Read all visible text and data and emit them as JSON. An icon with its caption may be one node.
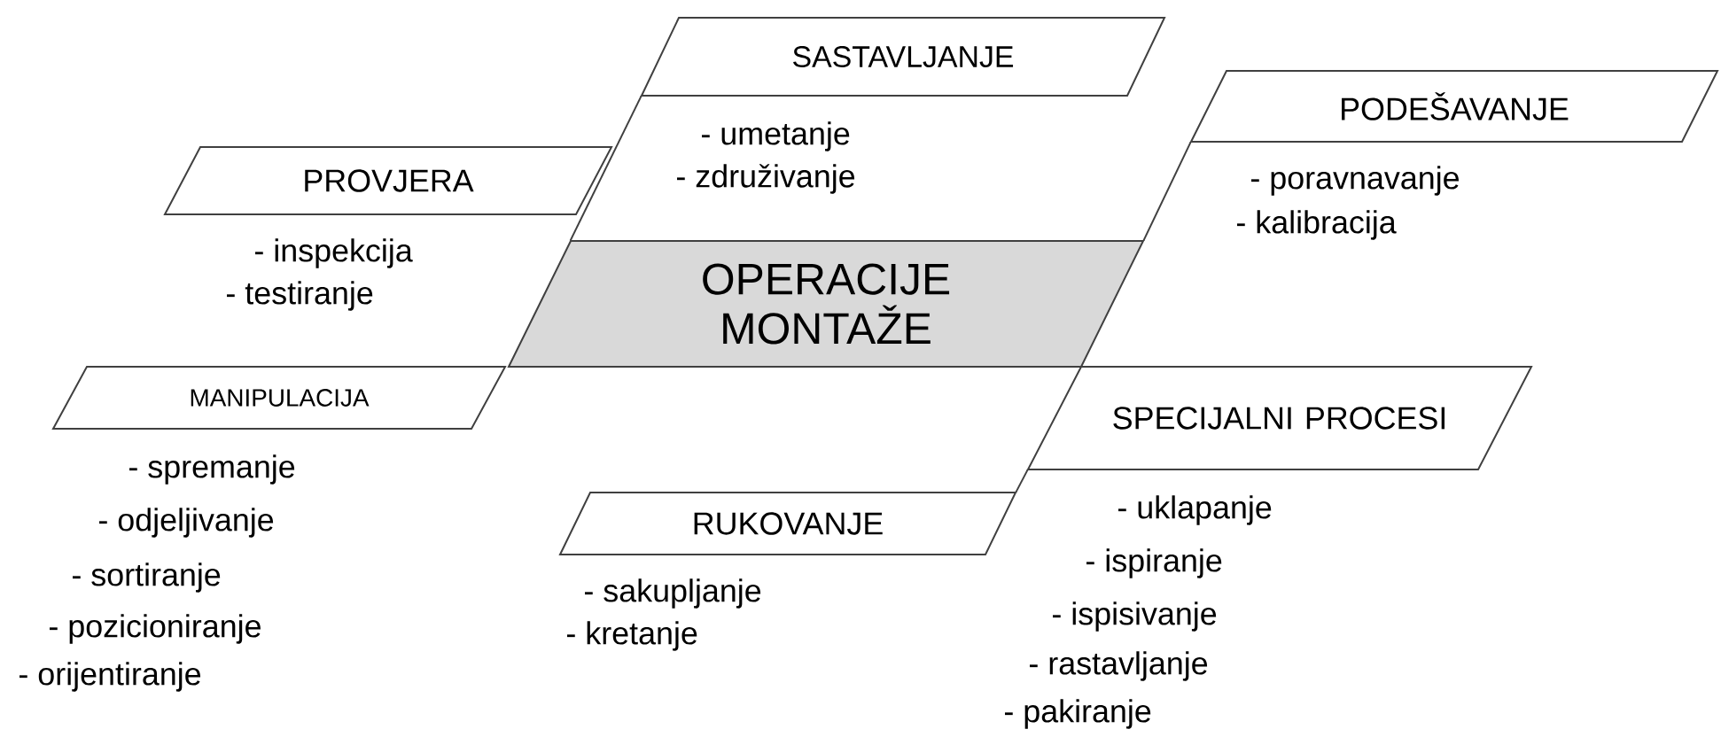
{
  "diagram": {
    "nodes": [
      {
        "text": [
          "SASTAVLJANJE"
        ],
        "beside": [
          "- umetanje",
          "- združivanje"
        ]
      },
      {
        "text": [
          "PODEŠAVANJE"
        ],
        "beside": [
          "- poravnavanje",
          "- kalibracija"
        ]
      },
      {
        "text": [
          "PROVJERA"
        ],
        "beside": [
          "- inspekcija",
          "- testiranje"
        ]
      },
      {
        "text": [
          "OPERACIJE MONTAŽE"
        ]
      },
      {
        "text": [
          "MANIPULACIJA"
        ],
        "beside": [
          "- spremanje",
          "- odjeljivanje",
          "- sortiranje",
          "- pozicioniranje",
          "- orijentiranje"
        ]
      },
      {
        "text": [
          "SPECIJALNI PROCESI"
        ],
        "beside": [
          "- uklapanje",
          "- ispiranje",
          "- ispisivanje",
          "- rastavljanje",
          "- pakiranje"
        ]
      },
      {
        "text": [
          "RUKOVANJE"
        ],
        "beside": [
          "- sakupljanje",
          "- kretanje"
        ]
      }
    ],
    "edges": [
      {
        "from": 0,
        "to": 3,
        "arrow": "none"
      },
      {
        "from": 1,
        "to": 3,
        "arrow": "none"
      },
      {
        "from": 5,
        "to": 6,
        "arrow": "none"
      }
    ]
  }
}
